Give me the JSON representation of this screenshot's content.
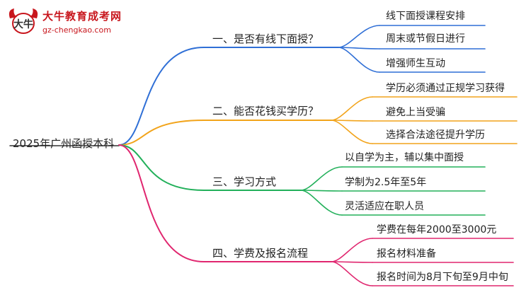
{
  "logo": {
    "title": "大牛教育成考网",
    "subtitle": "gz-chengkao.com",
    "mark_text": "大牛",
    "icon": "bull-head-logo",
    "brand_color": "#c8161d"
  },
  "mindmap": {
    "root": "2025年广州函授本科",
    "branches": [
      {
        "label": "一、是否有线下面授？",
        "color": "#2f6fd6",
        "leaves": [
          "线下面授课程安排",
          "周末或节假日进行",
          "增强师生互动"
        ]
      },
      {
        "label": "二、能否花钱买学历？",
        "color": "#f2a41b",
        "leaves": [
          "学历必须通过正规学习获得",
          "避免上当受骗",
          "选择合法途径提升学历"
        ]
      },
      {
        "label": "三、学习方式",
        "color": "#22b05a",
        "leaves": [
          "以自学为主，辅以集中面授",
          "学制为2.5年至5年",
          "灵活适应在职人员"
        ]
      },
      {
        "label": "四、学费及报名流程",
        "color": "#e0266f",
        "leaves": [
          "学费在每年2000至3000元",
          "报名材料准备",
          "报名时间为8月下旬至9月中旬"
        ]
      }
    ]
  }
}
